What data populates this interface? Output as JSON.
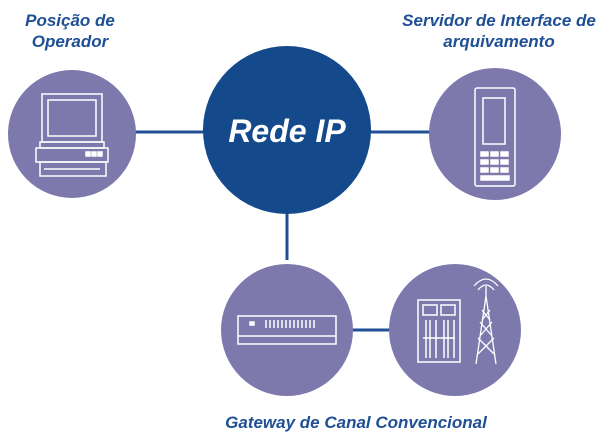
{
  "nodes": {
    "operator": {
      "caption_line1": "Posição de",
      "caption_line2": "Operador"
    },
    "server": {
      "caption_line1": "Servidor de Interface de",
      "caption_line2": "arquivamento"
    },
    "hub": {
      "label": "Rede IP"
    },
    "gateway": {
      "caption": "Gateway de Canal Convencional"
    }
  },
  "colors": {
    "hub": "#14498c",
    "node": "#7e79ad",
    "line": "#1f4f94",
    "icon": "#ffffff",
    "caption": "#1f4f94"
  },
  "icons": [
    "computer-monitor-icon",
    "server-tower-icon",
    "gateway-device-icon",
    "radio-rack-icon",
    "antenna-tower-icon"
  ]
}
